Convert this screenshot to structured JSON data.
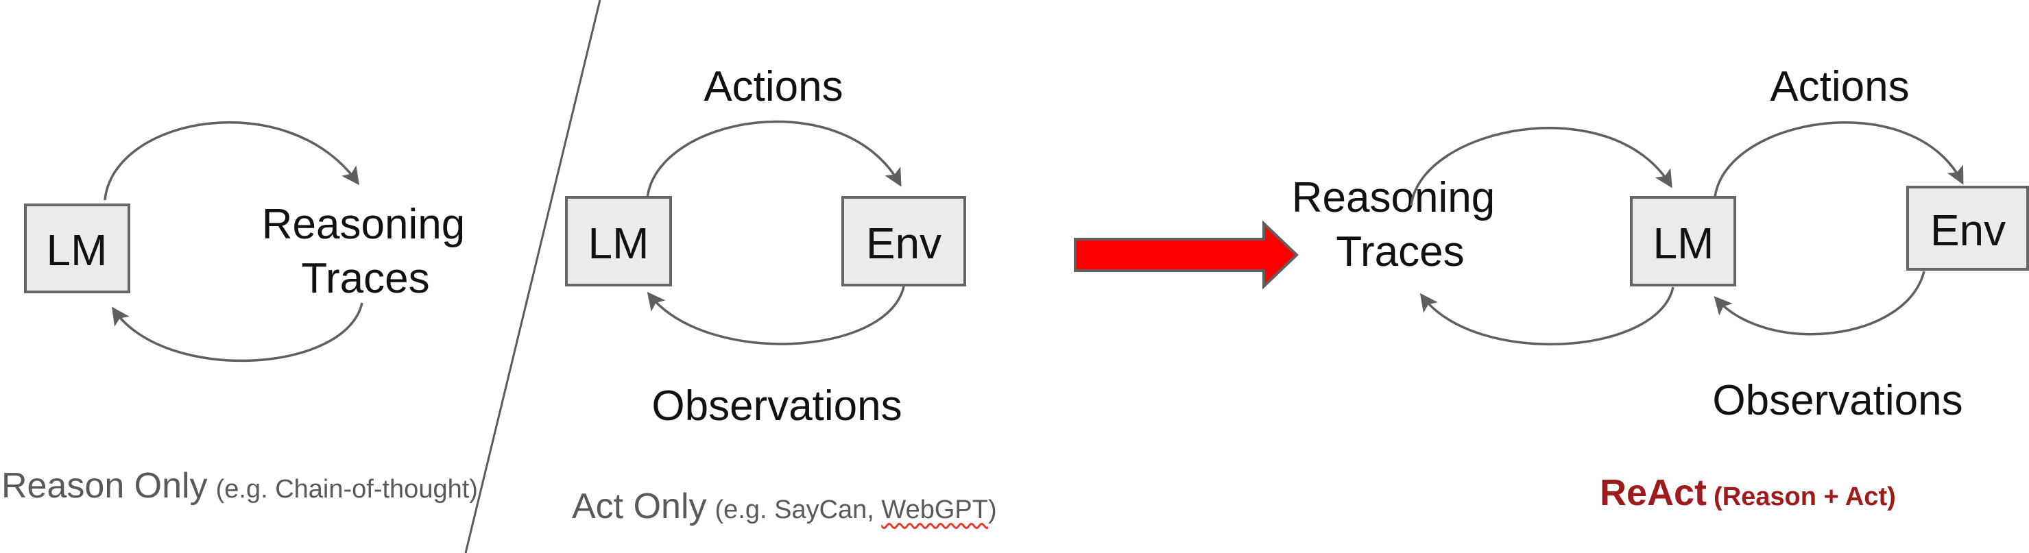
{
  "panels": {
    "reason_only": {
      "lm_label": "LM",
      "node_line1": "Reasoning",
      "node_line2": "Traces",
      "caption": "Reason Only",
      "caption_detail": "(e.g. Chain-of-thought)"
    },
    "act_only": {
      "lm_label": "LM",
      "env_label": "Env",
      "actions_label": "Actions",
      "observations_label": "Observations",
      "caption": "Act Only",
      "caption_detail_prefix": "(e.g. SayCan,",
      "caption_detail_misspelled": "WebGPT",
      "caption_detail_suffix": ")"
    },
    "react": {
      "node_line1": "Reasoning",
      "node_line2": "Traces",
      "lm_label": "LM",
      "env_label": "Env",
      "actions_label": "Actions",
      "observations_label": "Observations",
      "caption": "ReAct",
      "caption_detail": "(Reason + Act)"
    }
  },
  "colors": {
    "box_fill": "#ebebeb",
    "box_border": "#666666",
    "arc_stroke": "#5f5f5f",
    "text_black": "#111111",
    "caption_gray": "#595959",
    "react_red": "#9E1B1B",
    "arrow_red": "#FF0000",
    "squiggle_red": "#E33B2E"
  }
}
